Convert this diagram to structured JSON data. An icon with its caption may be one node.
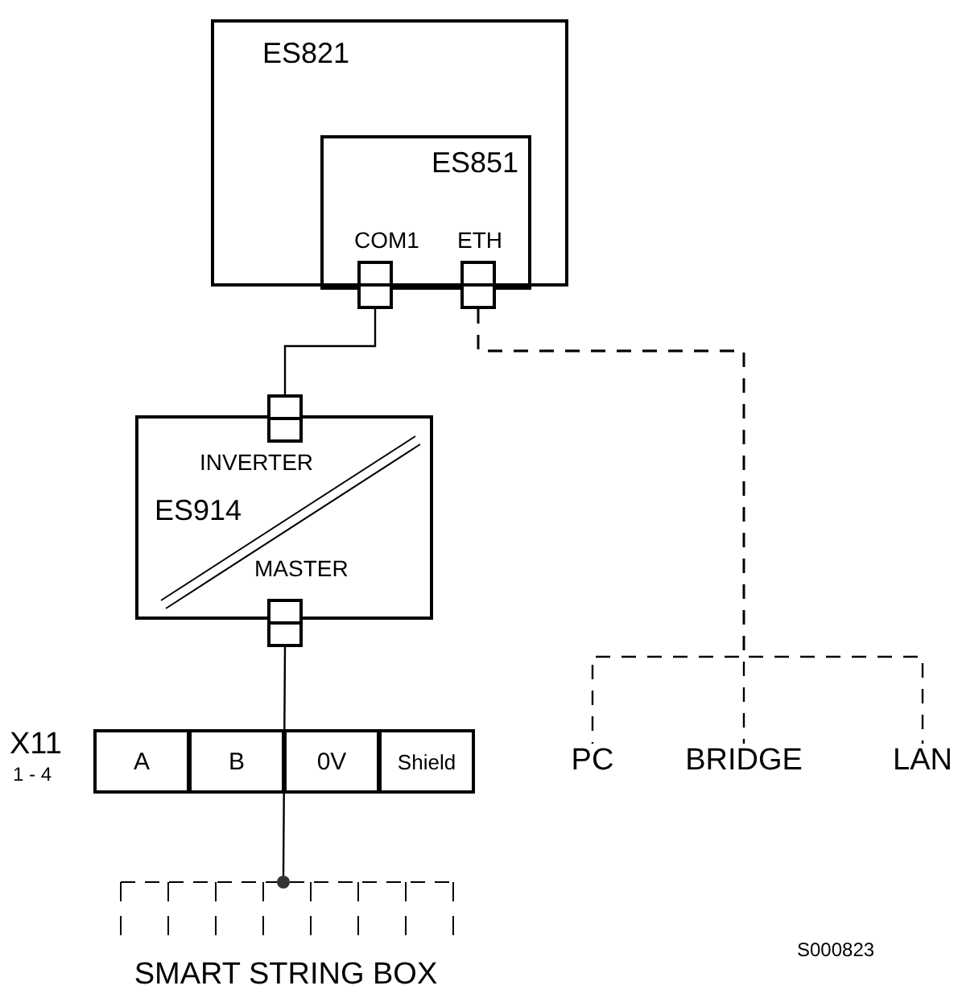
{
  "diagram": {
    "nodes": [
      {
        "text": [
          "ES821"
        ]
      },
      {
        "text": [
          "ES851",
          "COM1",
          "ETH"
        ],
        "in": 0
      },
      {
        "text": [],
        "shape": "box"
      },
      {
        "text": [],
        "shape": "box"
      },
      {
        "text": [
          "INVERTER",
          "ES914",
          "MASTER"
        ]
      },
      {
        "text": [],
        "shape": "box"
      },
      {
        "text": [],
        "shape": "box"
      },
      {
        "text": [
          "X11",
          "1 - 4"
        ]
      },
      {
        "text": [
          "A"
        ],
        "in": 7
      },
      {
        "text": [
          "B"
        ],
        "in": 7
      },
      {
        "text": [
          "0V"
        ],
        "in": 7
      },
      {
        "text": [
          "Shield"
        ],
        "in": 7
      },
      {
        "text": [],
        "shape": "circle",
        "in": 13
      },
      {
        "text": [
          "SMART STRING BOX"
        ]
      },
      {
        "text": [
          "PC"
        ]
      },
      {
        "text": [
          "BRIDGE"
        ]
      },
      {
        "text": [
          "LAN"
        ]
      }
    ],
    "edges": [
      {
        "from": 2,
        "to": 5,
        "arrow": "none"
      },
      {
        "from": 6,
        "to": 12,
        "arrow": "none"
      },
      {
        "from": 3,
        "to": 14,
        "arrow": "none",
        "style": "dashed"
      },
      {
        "from": 3,
        "to": 15,
        "arrow": "none",
        "style": "dashed"
      },
      {
        "from": 3,
        "to": 16,
        "arrow": "none",
        "style": "dashed"
      }
    ],
    "labels": [
      "S000823"
    ]
  }
}
